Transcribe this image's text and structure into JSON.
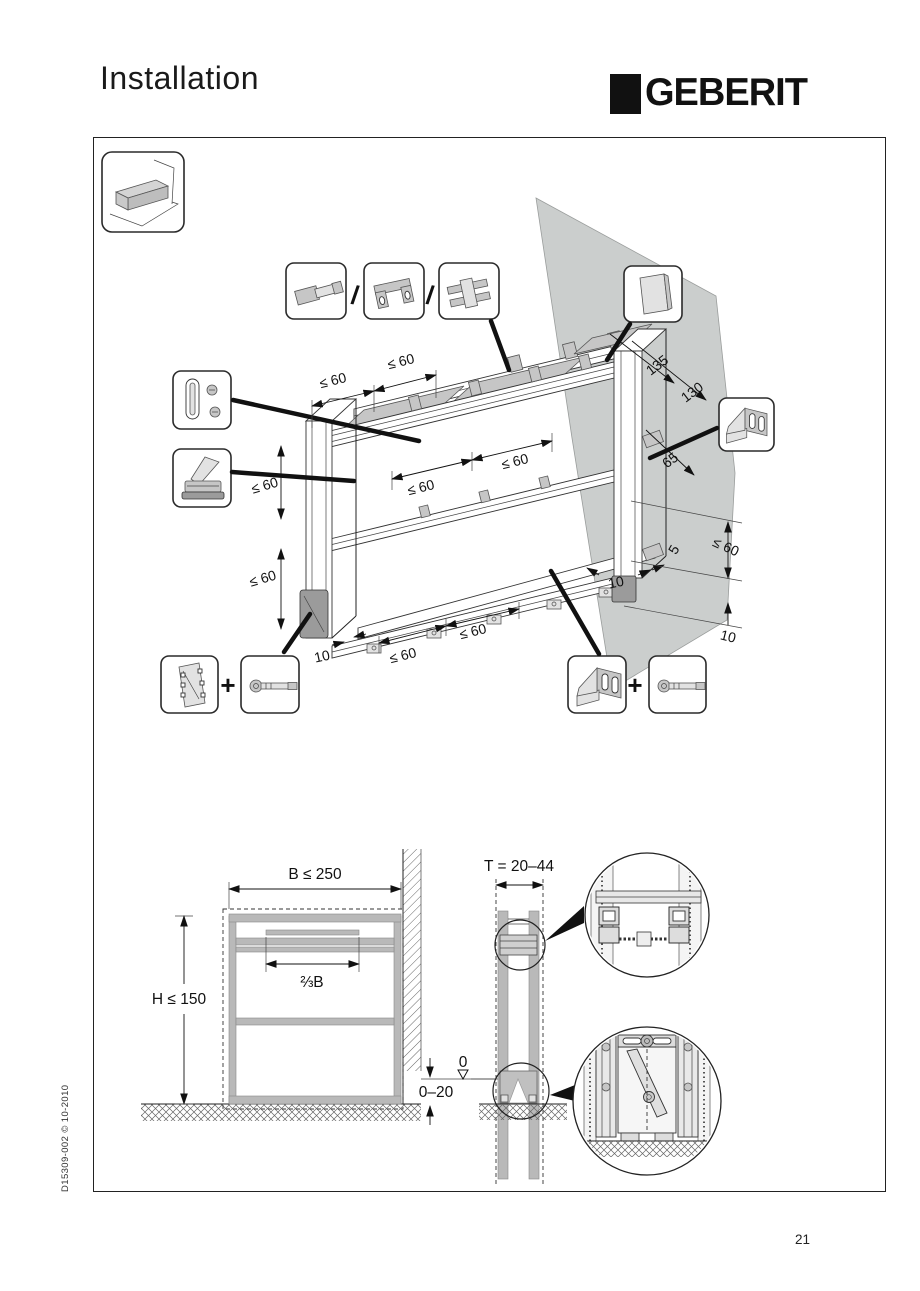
{
  "page": {
    "title": "Installation",
    "number": "21",
    "doc_code": "D15309-002 © 10-2010"
  },
  "logo": {
    "name": "GEBERIT"
  },
  "iso": {
    "dim_le60": "≤ 60",
    "dim_135": "135",
    "dim_130": "130",
    "dim_65": "65",
    "dim_5": "5",
    "dim_10": "10",
    "slash": "/",
    "plus": "+"
  },
  "elevation": {
    "dim_width": "B ≤ 250",
    "dim_height": "H ≤ 150",
    "dim_two_thirds": "⅔B",
    "datum_zero": "0",
    "dim_floor_gap": "0–20"
  },
  "section": {
    "dim_thickness": "T = 20–44"
  },
  "colors": {
    "line": "#1a1a1a",
    "part_gray": "#c6c6c6",
    "wall_gray": "#cbcecd"
  }
}
